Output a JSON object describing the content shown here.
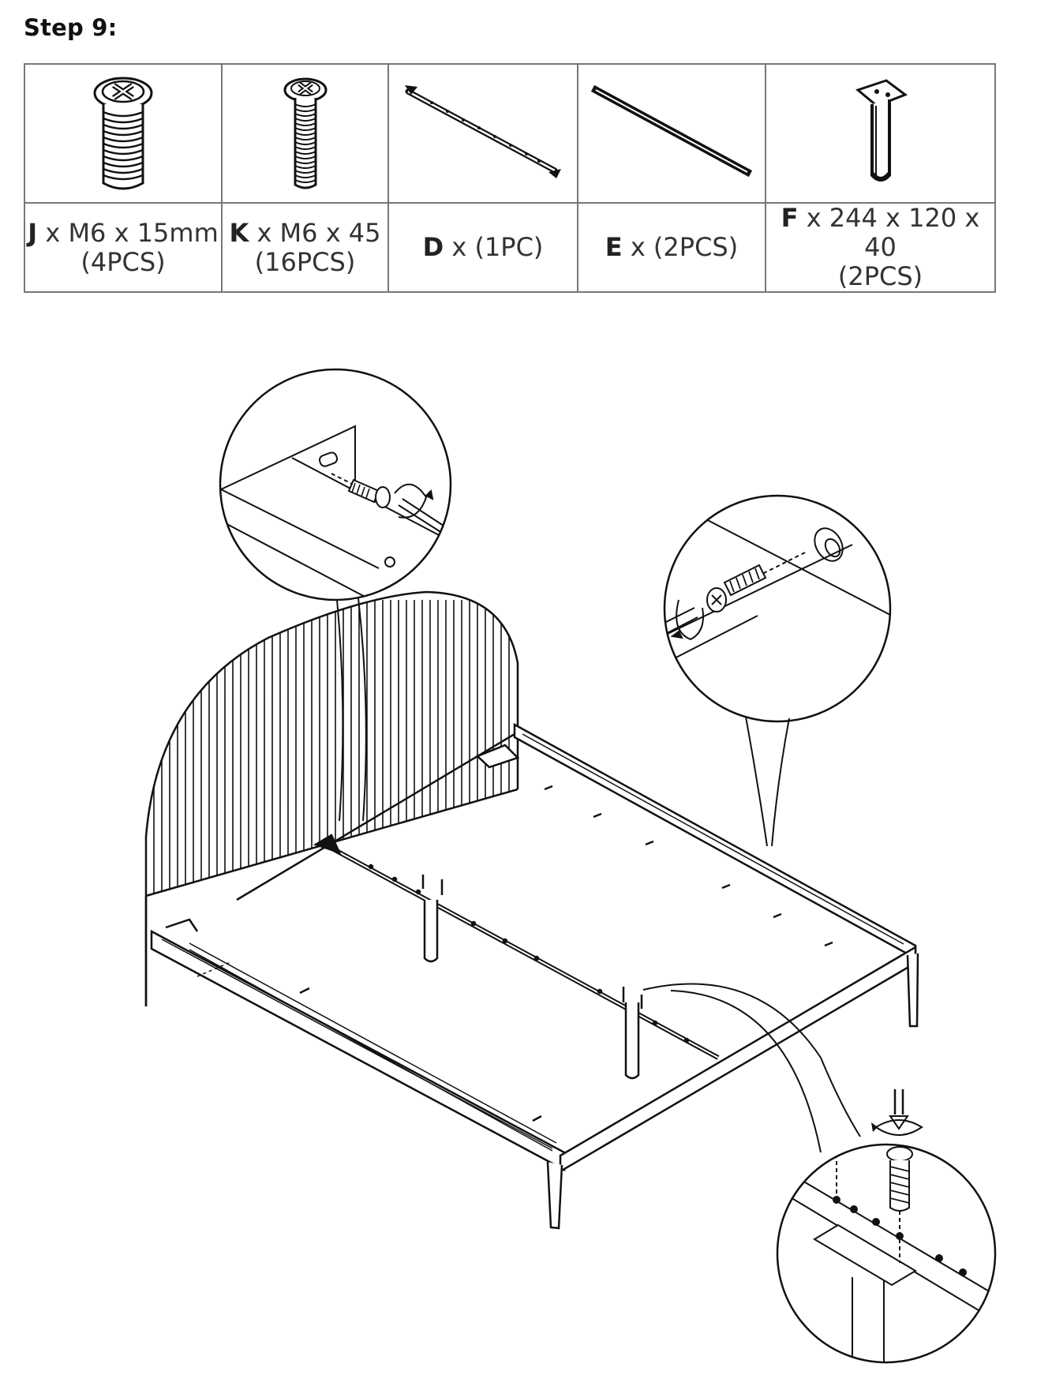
{
  "step": {
    "title": "Step 9:"
  },
  "parts": [
    {
      "code": "J",
      "spec": " x M6 x 15mm",
      "qty": "(4PCS)",
      "icon": "short-bolt-icon"
    },
    {
      "code": "K",
      "spec": " x M6 x 45",
      "qty": "(16PCS)",
      "icon": "long-bolt-icon"
    },
    {
      "code": "D",
      "spec": " x (1PC)",
      "qty": "",
      "icon": "center-rail-icon"
    },
    {
      "code": "E",
      "spec": " x (2PCS)",
      "qty": "",
      "icon": "slat-bar-icon"
    },
    {
      "code": "F",
      "spec": " x 244 x 120 x 40",
      "qty": "(2PCS)",
      "icon": "support-leg-icon"
    }
  ],
  "colors": {
    "line": "#111111",
    "border": "#777777",
    "text": "#333333"
  }
}
